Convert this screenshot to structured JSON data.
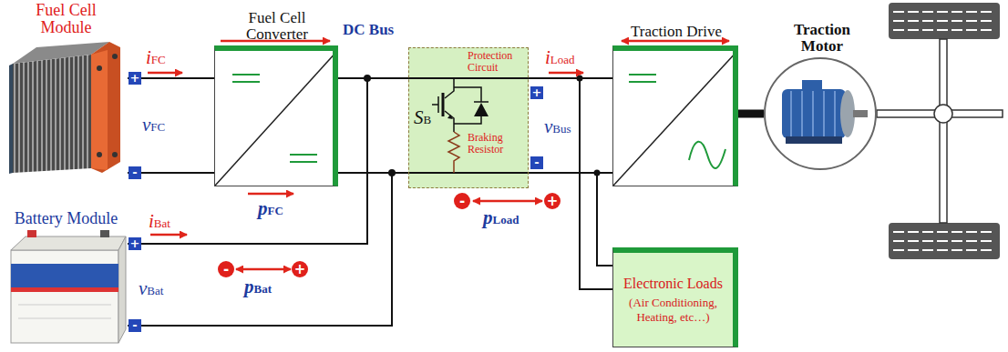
{
  "diagram": {
    "nodes": [
      {
        "text": [
          "Fuel Cell Module"
        ]
      },
      {
        "text": [
          "Fuel Cell Converter"
        ]
      },
      {
        "text": [
          "Protection Circuit",
          "Braking Resistor"
        ]
      },
      {
        "text": [
          "Traction Drive"
        ]
      },
      {
        "text": [
          "Traction Motor"
        ]
      },
      {
        "text": [
          "Battery Module"
        ]
      },
      {
        "text": [
          "Electronic Loads",
          "(Air Conditioning, Heating, etc…)"
        ]
      }
    ],
    "edges": [
      {
        "from": 0,
        "to": 1,
        "arrow": "none"
      },
      {
        "from": 1,
        "to": 2,
        "arrow": "none"
      },
      {
        "from": 5,
        "to": 2,
        "arrow": "none"
      },
      {
        "from": 2,
        "to": 3,
        "arrow": "none"
      },
      {
        "from": 2,
        "to": 6,
        "arrow": "none"
      },
      {
        "from": 3,
        "to": 4,
        "arrow": "none"
      }
    ],
    "labels": [
      "+",
      "-",
      "iFC",
      "vFC",
      "pFC",
      "DC Bus",
      "SB",
      "+",
      "-",
      "iLoad",
      "vBus",
      "-",
      "+",
      "pLoad",
      "+",
      "-",
      "iBat",
      "vBat",
      "-",
      "+",
      "pBat"
    ]
  }
}
